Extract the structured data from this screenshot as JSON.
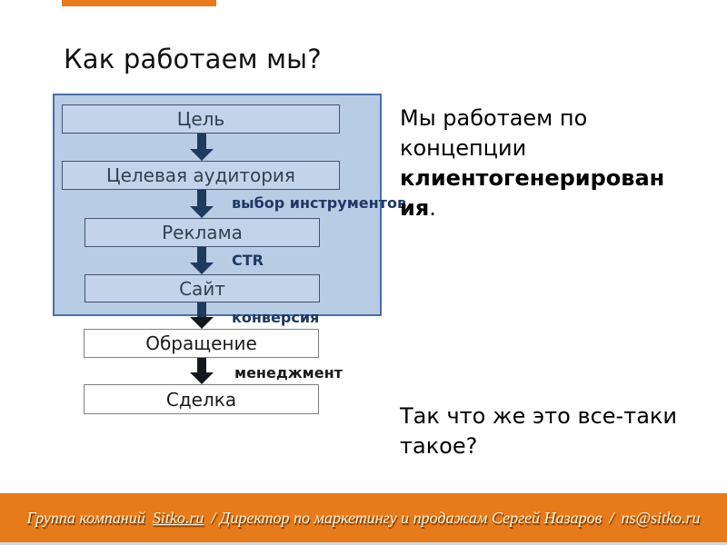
{
  "title": "Как работаем мы?",
  "colors": {
    "accent_orange": "#e77a1a",
    "panel_bg": "#b8cce4",
    "panel_border": "#4a6fa5",
    "box_fill": "#c3d4ea",
    "box_border": "#44546a",
    "box_text": "#33404f",
    "arrow_navy": "#1f3a5f",
    "label_navy": "#1f3864",
    "outer_arrow_black": "#14181c",
    "footer_text": "#fdf3dc",
    "bottom_strip": "#d7d7d7"
  },
  "flowchart": {
    "step_goal": "Цель",
    "step_audience": "Целевая аудитория",
    "step_ads": "Реклама",
    "step_site": "Сайт",
    "step_request": "Обращение",
    "step_deal": "Сделка",
    "arrow_label_tools": "выбор инструментов",
    "arrow_label_ctr": "CTR",
    "arrow_label_conversion": "конверсия",
    "arrow_label_management": "менеджмент"
  },
  "main_text": {
    "line1": "Мы работаем по",
    "line2": "концепции",
    "line3_bold": "клиентогенерирован",
    "line4_bold": "ия",
    "line4_suffix": "."
  },
  "question_text": {
    "line1": "Так что же это все-таки",
    "line2": "такое?"
  },
  "footer": {
    "prefix": "Группа компаний",
    "link": "Sitko.ru",
    "middle": "/ Директор по маркетингу и продажам Сергей Назаров",
    "separator": "/",
    "email": "ns@sitko.ru"
  }
}
